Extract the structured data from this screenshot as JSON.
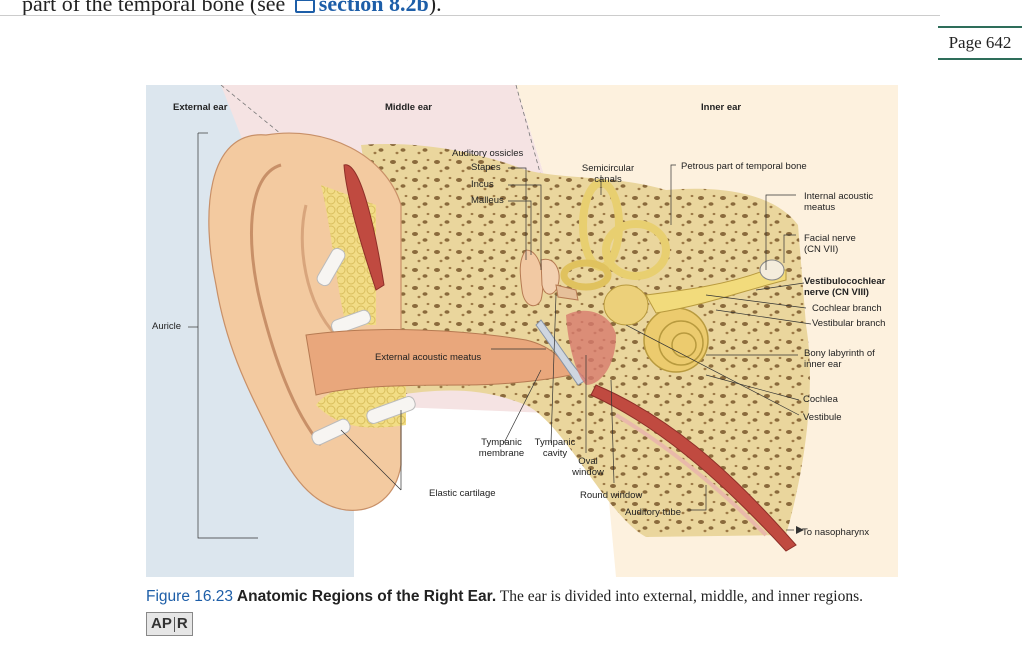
{
  "header": {
    "cut_text_prefix": "part of the temporal bone (see",
    "cut_text_link": "section 8.2b",
    "cut_text_suffix": ").",
    "page_number": "Page 642"
  },
  "figure": {
    "regions": {
      "external": "External ear",
      "middle": "Middle ear",
      "inner": "Inner ear"
    },
    "labels": {
      "auricle": "Auricle",
      "auditory_ossicles": "Auditory ossicles",
      "stapes": "Stapes",
      "incus": "Incus",
      "malleus": "Malleus",
      "semicircular_canals": "Semicircular canals",
      "petrous": "Petrous part of temporal bone",
      "internal_meatus": "Internal acoustic meatus",
      "facial_nerve": "Facial nerve (CN VII)",
      "vestibulocochlear": "Vestibulocochlear nerve (CN VIII)",
      "cochlear_branch": "Cochlear branch",
      "vestibular_branch": "Vestibular branch",
      "external_meatus": "External acoustic meatus",
      "bony_labyrinth": "Bony labyrinth of inner ear",
      "cochlea": "Cochlea",
      "vestibule": "Vestibule",
      "tympanic_membrane": "Tympanic membrane",
      "tympanic_cavity": "Tympanic cavity",
      "oval_window": "Oval window",
      "elastic_cartilage": "Elastic cartilage",
      "round_window": "Round window",
      "auditory_tube": "Auditory tube",
      "nasopharynx": "To nasopharynx"
    }
  },
  "caption": {
    "number": "Figure 16.23",
    "title": "Anatomic Regions of the Right Ear.",
    "text": "The ear is divided into external, middle, and inner regions.",
    "badge_left": "AP",
    "badge_right": "R"
  },
  "colors": {
    "external_bg": "#dce6ee",
    "middle_bg": "#f5e3e3",
    "inner_bg": "#fdf1de",
    "skin": "#f3caa0",
    "bone": "#ead69d",
    "link": "#1d5ea8"
  }
}
